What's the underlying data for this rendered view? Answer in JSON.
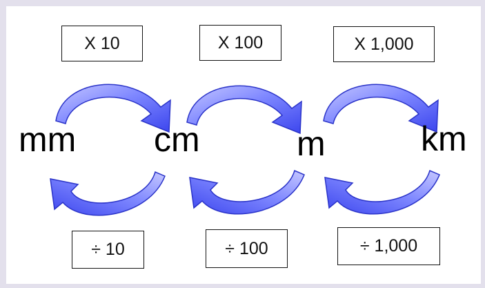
{
  "units": [
    "mm",
    "cm",
    "m",
    "km"
  ],
  "multiply_labels": [
    "X 10",
    "X 100",
    "X 1,000"
  ],
  "divide_labels": [
    "÷ 10",
    "÷ 100",
    "÷ 1,000"
  ],
  "colors": {
    "page_frame": "#e3e0ec",
    "arrow_fill_light": "#c6c8ff",
    "arrow_fill_dark": "#3c46ee",
    "arrow_outline": "#2a33c8",
    "text": "#000000"
  },
  "icons": {
    "forward_arrow": "curved-arrow-right-icon",
    "back_arrow": "curved-arrow-left-icon"
  }
}
